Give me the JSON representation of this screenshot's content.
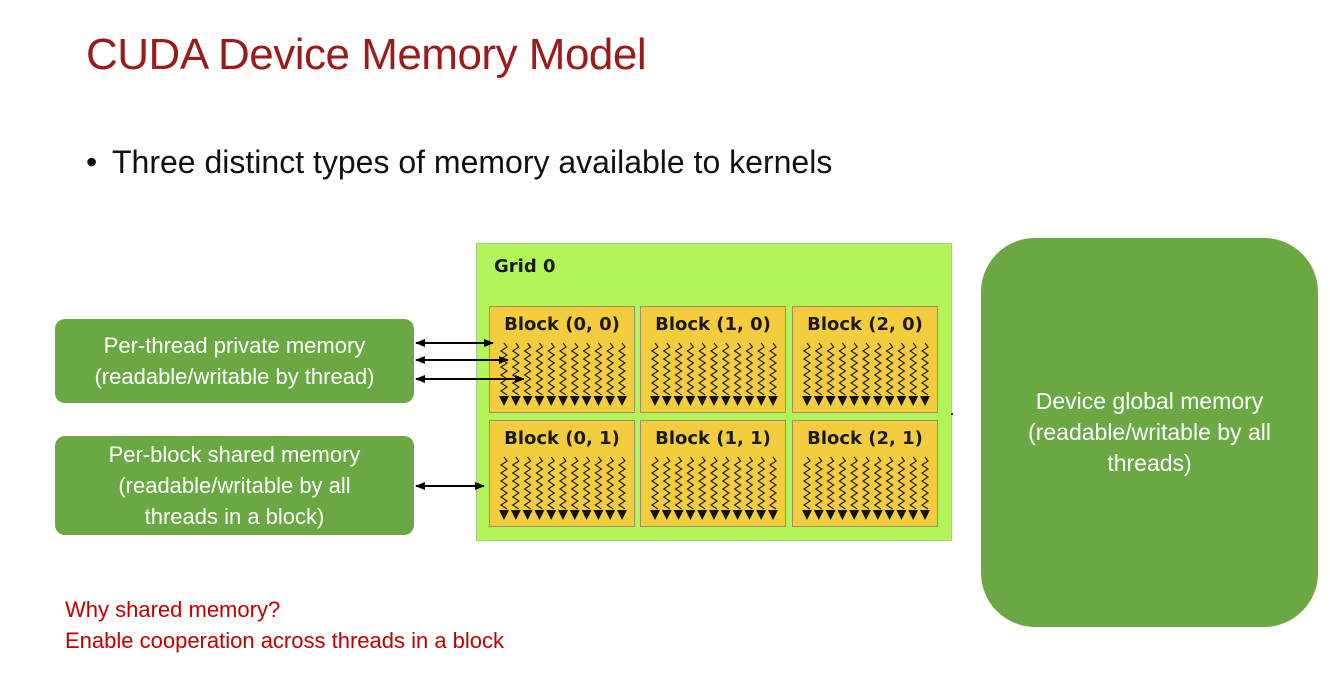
{
  "title": "CUDA Device Memory Model",
  "bullet": "Three distinct types of memory available to kernels",
  "per_thread": "Per-thread private memory\n(readable/writable by thread)",
  "per_block": "Per-block shared memory\n(readable/writable by all\nthreads in a block)",
  "global": "Device global memory\n(readable/writable by all\nthreads)",
  "grid": {
    "label": "Grid 0",
    "blocks": [
      "Block (0, 0)",
      "Block (1, 0)",
      "Block (2, 0)",
      "Block (0, 1)",
      "Block (1, 1)",
      "Block (2, 1)"
    ]
  },
  "notes": [
    "Why shared memory?",
    "Enable cooperation across threads in a block"
  ],
  "colors": {
    "title": "#9b1b1b",
    "green_box": "#6aa843",
    "grid_bg": "#b2f55a",
    "block_bg": "#f4cd3e",
    "note": "#c00000"
  }
}
